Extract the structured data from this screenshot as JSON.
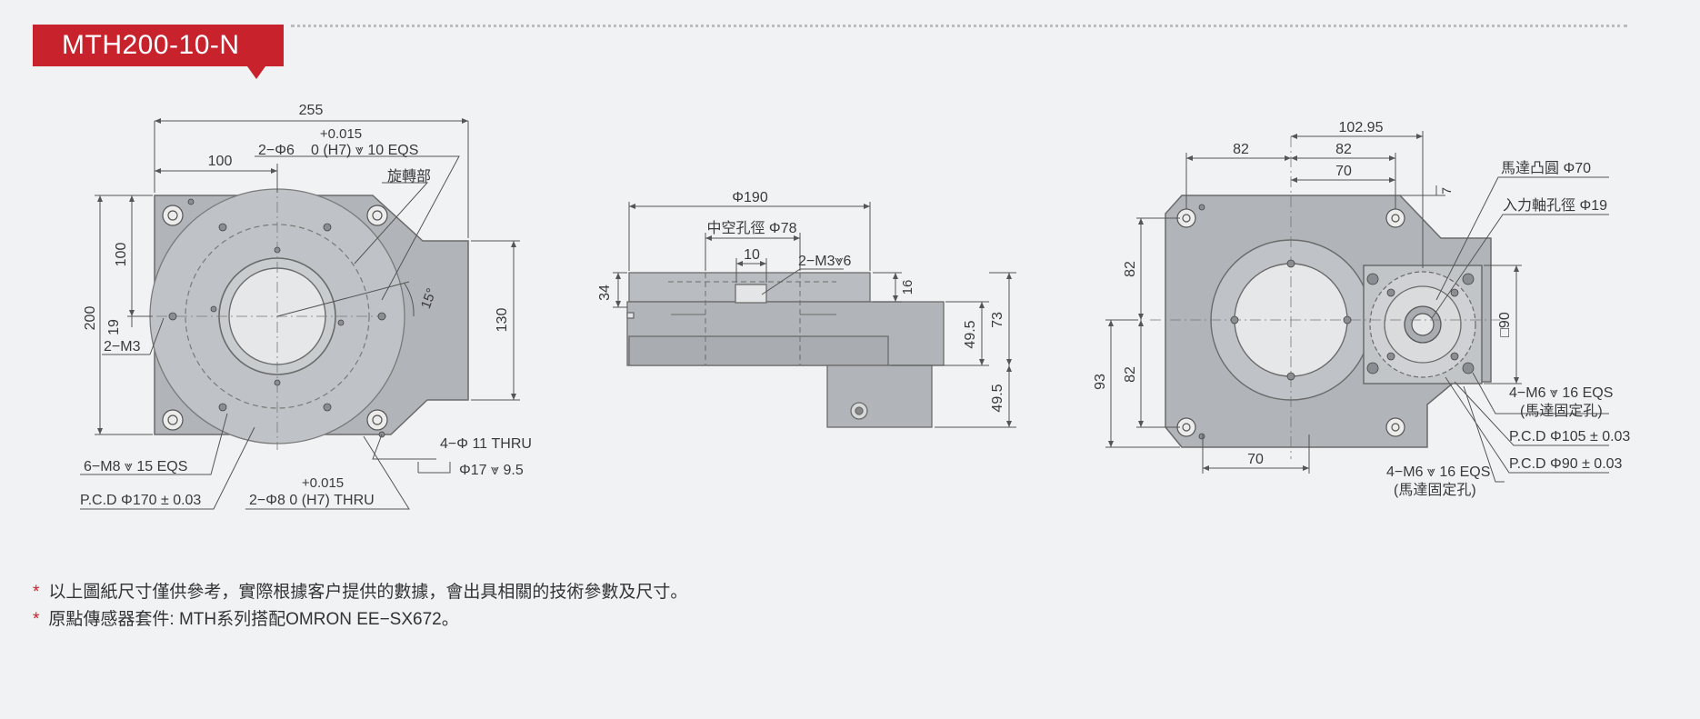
{
  "header": {
    "model": "MTH200-10-N"
  },
  "views": {
    "left": {
      "dim_255": "255",
      "dim_100_top": "100",
      "tol_pin6": "+0.015",
      "hole_pin6": "2−Φ6",
      "hole_pin6_spec": "0    (H7) ⩔ 10 EQS",
      "label_rotate": "旋轉部",
      "dim_100_v": "100",
      "dim_200": "200",
      "dim_19": "19",
      "label_m3": "2−M3",
      "angle_15": "15°",
      "dim_130": "130",
      "hole_m8": "6−M8 ⩔ 15 EQS",
      "pcd_170": "P.C.D  Φ170 ± 0.03",
      "tol_pin8": "+0.015",
      "hole_pin8": "2−Φ8    0 (H7) THRU",
      "hole_11": "4−Φ 11 THRU",
      "counter_17": "Φ17 ⩔ 9.5"
    },
    "center": {
      "dim_190": "Φ190",
      "hollow": "中空孔徑   Φ78",
      "dim_10": "10",
      "label_m3": "2−M3⩔6",
      "dim_34": "34",
      "dim_16": "16",
      "dim_49_5a": "49.5",
      "dim_73": "73",
      "dim_49_5b": "49.5"
    },
    "right": {
      "dim_102_95": "102.95",
      "dim_82_top": "82",
      "dim_82_inner": "82",
      "dim_70_top": "70",
      "dim_7": "7",
      "motor_boss": "馬達凸圓   Φ70",
      "input_bore": "入力軸孔徑   Φ19",
      "dim_82_v_upper": "82",
      "dim_93": "93",
      "dim_82_v_lower": "82",
      "dim_sq90": "□90",
      "hole_m6_a": "4−M6 ⩔ 16 EQS",
      "motor_fix_a": "(馬達固定孔)",
      "pcd_105": "P.C.D   Φ105 ± 0.03",
      "pcd_90": "P.C.D    Φ90 ± 0.03",
      "hole_m6_b": "4−M6 ⩔ 16 EQS",
      "motor_fix_b": "(馬達固定孔)",
      "dim_70_bottom": "70"
    }
  },
  "notes": [
    "以上圖紙尺寸僅供參考，實際根據客户提供的數據，會出具相關的技術參數及尺寸。",
    "原點傳感器套件: MTH系列搭配OMRON EE−SX672。"
  ],
  "colors": {
    "brand_red": "#c8232c",
    "line": "#6b6b6b",
    "fill": "#b1b4b8",
    "background": "#f1f2f4"
  }
}
